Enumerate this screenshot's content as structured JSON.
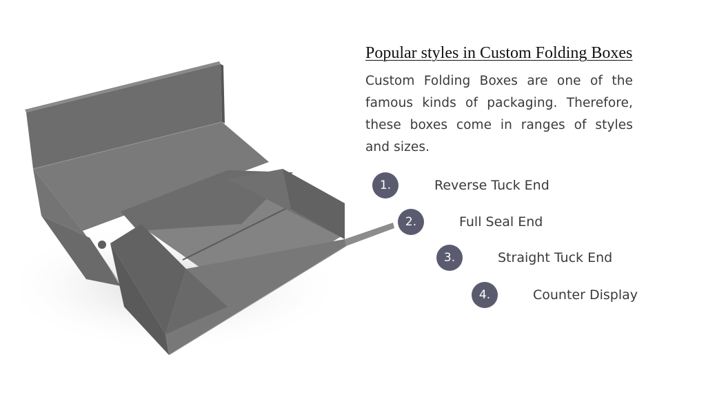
{
  "slide": {
    "title": "Popular styles in Custom Folding Boxes",
    "description": "Custom Folding Boxes are one of the famous kinds of packaging.  Therefore, these boxes come in ranges of styles and sizes.",
    "styles": [
      {
        "number": "1.",
        "label": "Reverse Tuck End"
      },
      {
        "number": "2.",
        "label": "Full Seal End"
      },
      {
        "number": "3.",
        "label": "Straight Tuck End"
      },
      {
        "number": "4.",
        "label": "Counter Display"
      }
    ]
  },
  "colors": {
    "badge": "#5b5b70",
    "text": "#3a3a3a",
    "title": "#111111",
    "box_gray": "#6e6e6e"
  }
}
